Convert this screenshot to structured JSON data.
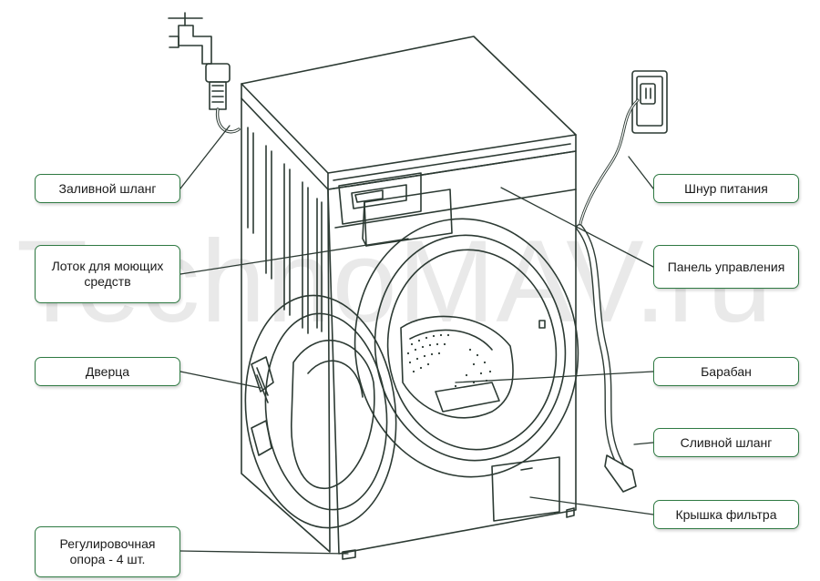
{
  "watermark": "TechnoMAV.ru",
  "labels": {
    "inlet_hose": "Заливной шланг",
    "detergent_tray": "Лоток для моющих средств",
    "door": "Дверца",
    "adjustable_foot": "Регулировочная опора - 4 шт.",
    "power_cord": "Шнур питания",
    "control_panel": "Панель управления",
    "drum": "Барабан",
    "drain_hose": "Сливной шланг",
    "filter_cover": "Крышка фильтра"
  },
  "colors": {
    "line": "#2c3a33",
    "label_border": "#2f7a43",
    "watermark": "#e9e9e9"
  }
}
